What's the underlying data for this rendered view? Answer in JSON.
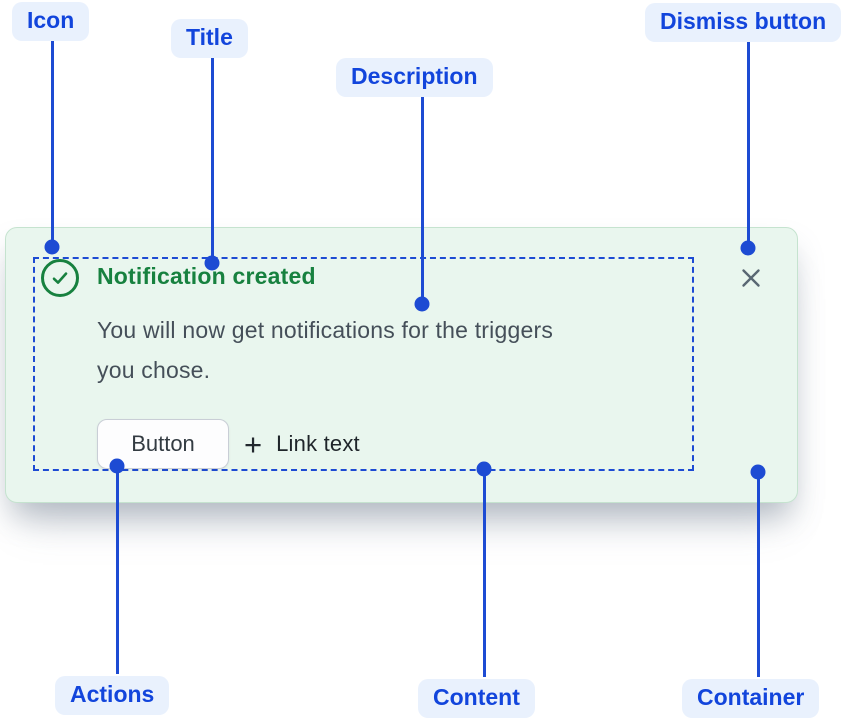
{
  "callouts": [
    {
      "id": "icon",
      "label": "Icon"
    },
    {
      "id": "title",
      "label": "Title"
    },
    {
      "id": "description",
      "label": "Description"
    },
    {
      "id": "dismiss",
      "label": "Dismiss button"
    },
    {
      "id": "actions",
      "label": "Actions"
    },
    {
      "id": "content",
      "label": "Content"
    },
    {
      "id": "container",
      "label": "Container"
    }
  ],
  "notification": {
    "title": "Notification created",
    "description": "You will now get notifications for the triggers you chose.",
    "description_lines": [
      "You will now get notifications for the triggers",
      "you chose."
    ],
    "actions": {
      "button_label": "Button",
      "link_label": "Link text"
    },
    "icons": {
      "status": "success-check-icon",
      "link_prefix": "plus-icon",
      "dismiss": "close-icon"
    }
  },
  "colors": {
    "callout_text": "#1245dc",
    "callout_pill_bg": "#e9f1fd",
    "callout_line": "#1d4bd3",
    "success_green": "#17813f",
    "card_background": "#e9f6ee",
    "card_border": "#c5e3cf",
    "description_text": "#454f59"
  }
}
